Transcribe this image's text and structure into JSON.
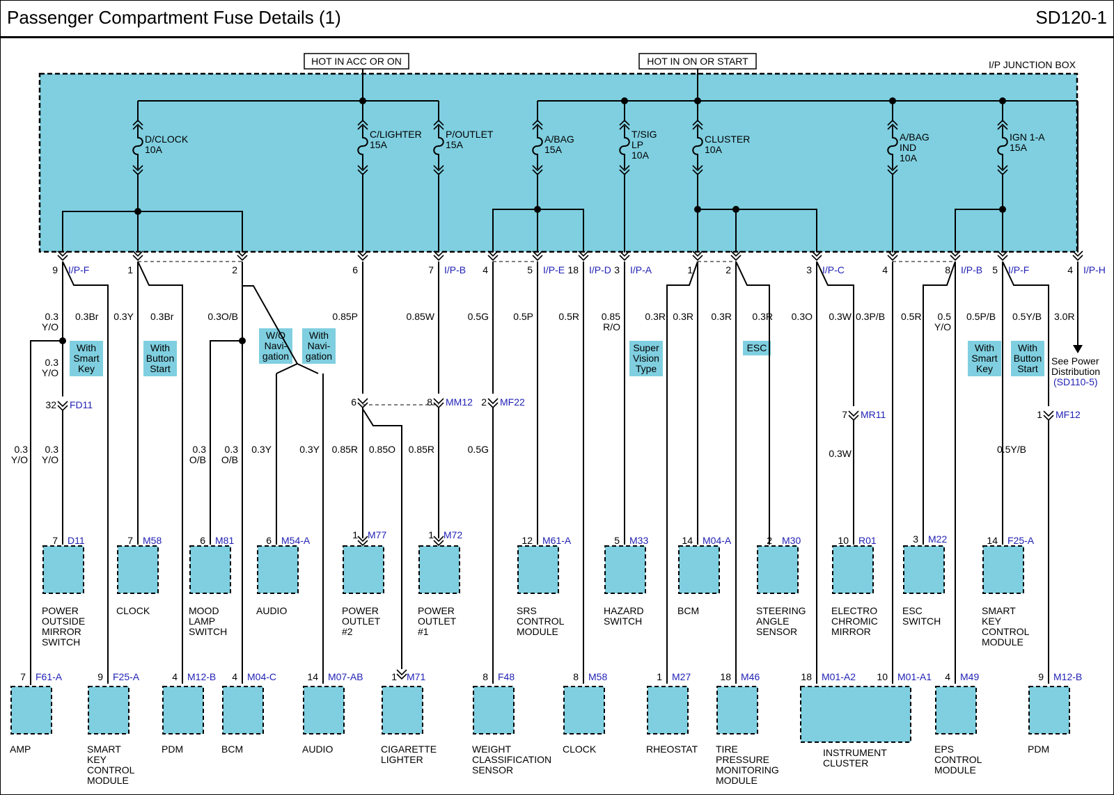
{
  "header": {
    "title": "Passenger Compartment Fuse Details (1)",
    "code": "SD120-1"
  },
  "colors": {
    "box_fill": "#7fcfe0",
    "wire": "#000000",
    "connector_id": "#1f1fb4",
    "text": "#000000",
    "border": "#000000"
  },
  "junction_box_label": "I/P JUNCTION BOX",
  "power_labels": [
    "HOT IN ACC OR ON",
    "HOT IN ON OR START"
  ],
  "fuses": [
    [
      "D/CLOCK",
      "10A"
    ],
    [
      "C/LIGHTER",
      "15A"
    ],
    [
      "P/OUTLET",
      "15A"
    ],
    [
      "A/BAG",
      "15A"
    ],
    [
      "T/SIG",
      "LP",
      "10A"
    ],
    [
      "CLUSTER",
      "10A"
    ],
    [
      "A/BAG",
      "IND",
      "10A"
    ],
    [
      "IGN 1-A",
      "15A"
    ]
  ],
  "pins": [
    [
      "9",
      "I/P-F"
    ],
    [
      "1",
      ""
    ],
    [
      "2",
      ""
    ],
    [
      "6",
      ""
    ],
    [
      "7",
      "I/P-B"
    ],
    [
      "4",
      ""
    ],
    [
      "5",
      "I/P-E"
    ],
    [
      "18",
      "I/P-D"
    ],
    [
      "3",
      "I/P-A"
    ],
    [
      "1",
      ""
    ],
    [
      "2",
      ""
    ],
    [
      "3",
      "I/P-C"
    ],
    [
      "4",
      ""
    ],
    [
      "8",
      "I/P-B"
    ],
    [
      "5",
      "I/P-F"
    ],
    [
      "4",
      "I/P-H"
    ]
  ],
  "wires": [
    [
      "0.3",
      "Y/O"
    ],
    [
      "0.3Br"
    ],
    [
      "0.3Y"
    ],
    [
      "0.3Br"
    ],
    [
      "0.3O/B"
    ],
    [
      "0.85P"
    ],
    [
      "0.85W"
    ],
    [
      "0.5G"
    ],
    [
      "0.5P"
    ],
    [
      "0.5R"
    ],
    [
      "0.85",
      "R/O"
    ],
    [
      "0.3R"
    ],
    [
      "0.3R"
    ],
    [
      "0.3R"
    ],
    [
      "0.3R"
    ],
    [
      "0.3O"
    ],
    [
      "0.3W"
    ],
    [
      "0.3P/B"
    ],
    [
      "0.5R"
    ],
    [
      "0.5",
      "Y/O"
    ],
    [
      "0.5P/B"
    ],
    [
      "0.5Y/B"
    ],
    [
      "3.0R"
    ],
    [
      "0.3",
      "Y/O"
    ],
    [
      "0.3",
      "Y/O"
    ],
    [
      "0.3",
      "Y/O"
    ],
    [
      "0.3",
      "O/B"
    ],
    [
      "0.3",
      "O/B"
    ],
    [
      "0.3Y"
    ],
    [
      "0.3Y"
    ],
    [
      "0.85R"
    ],
    [
      "0.85O"
    ],
    [
      "0.85R"
    ],
    [
      "0.5G"
    ],
    [
      "0.3W"
    ],
    [
      "0.5Y/B"
    ]
  ],
  "options": [
    [
      "With",
      "Smart",
      "Key"
    ],
    [
      "With",
      "Button",
      "Start"
    ],
    [
      "W/O",
      "Navi-",
      "gation"
    ],
    [
      "With",
      "Navi-",
      "gation"
    ],
    [
      "Super",
      "Vision",
      "Type"
    ],
    [
      "ESC"
    ],
    [
      "With",
      "Smart",
      "Key"
    ],
    [
      "With",
      "Button",
      "Start"
    ]
  ],
  "see_power": [
    "See Power",
    "Distribution"
  ],
  "see_power_ref": "(SD110-5)",
  "inline_connectors": [
    [
      "32",
      "FD11"
    ],
    [
      "6",
      ""
    ],
    [
      "8",
      "MM12"
    ],
    [
      "2",
      "MF22"
    ],
    [
      "7",
      "MR11"
    ],
    [
      "1",
      "MF12"
    ]
  ],
  "components": [
    {
      "pin": "7",
      "conn": "D11",
      "name": [
        "POWER",
        "OUTSIDE",
        "MIRROR",
        "SWITCH"
      ]
    },
    {
      "pin": "7",
      "conn": "M58",
      "name": [
        "CLOCK"
      ]
    },
    {
      "pin": "6",
      "conn": "M81",
      "name": [
        "MOOD",
        "LAMP",
        "SWITCH"
      ]
    },
    {
      "pin": "6",
      "conn": "M54-A",
      "name": [
        "AUDIO"
      ]
    },
    {
      "pin": "1",
      "conn": "M77",
      "name": [
        "POWER",
        "OUTLET",
        "#2"
      ]
    },
    {
      "pin": "1",
      "conn": "M72",
      "name": [
        "POWER",
        "OUTLET",
        "#1"
      ]
    },
    {
      "pin": "12",
      "conn": "M61-A",
      "name": [
        "SRS",
        "CONTROL",
        "MODULE"
      ]
    },
    {
      "pin": "5",
      "conn": "M33",
      "name": [
        "HAZARD",
        "SWITCH"
      ]
    },
    {
      "pin": "14",
      "conn": "M04-A",
      "name": [
        "BCM"
      ]
    },
    {
      "pin": "2",
      "conn": "M30",
      "name": [
        "STEERING",
        "ANGLE",
        "SENSOR"
      ]
    },
    {
      "pin": "10",
      "conn": "R01",
      "name": [
        "ELECTRO",
        "CHROMIC",
        "MIRROR"
      ]
    },
    {
      "pin": "3",
      "conn": "M22",
      "name": [
        "ESC",
        "SWITCH"
      ]
    },
    {
      "pin": "14",
      "conn": "F25-A",
      "name": [
        "SMART",
        "KEY",
        "CONTROL",
        "MODULE"
      ]
    },
    {
      "pin": "7",
      "conn": "F61-A",
      "name": [
        "AMP"
      ]
    },
    {
      "pin": "9",
      "conn": "F25-A",
      "name": [
        "SMART",
        "KEY",
        "CONTROL",
        "MODULE"
      ]
    },
    {
      "pin": "4",
      "conn": "M12-B",
      "name": [
        "PDM"
      ]
    },
    {
      "pin": "4",
      "conn": "M04-C",
      "name": [
        "BCM"
      ]
    },
    {
      "pin": "14",
      "conn": "M07-AB",
      "name": [
        "AUDIO"
      ]
    },
    {
      "pin": "1",
      "conn": "M71",
      "name": [
        "CIGARETTE",
        "LIGHTER"
      ]
    },
    {
      "pin": "8",
      "conn": "F48",
      "name": [
        "WEIGHT",
        "CLASSIFICATION",
        "SENSOR"
      ]
    },
    {
      "pin": "8",
      "conn": "M58",
      "name": [
        "CLOCK"
      ]
    },
    {
      "pin": "1",
      "conn": "M27",
      "name": [
        "RHEOSTAT"
      ]
    },
    {
      "pin": "18",
      "conn": "M46",
      "name": [
        "TIRE",
        "PRESSURE",
        "MONITORING",
        "MODULE"
      ]
    },
    {
      "pin": "18",
      "conn": "M01-A2",
      "name": [
        "INSTRUMENT",
        "CLUSTER"
      ]
    },
    {
      "pin": "10",
      "conn": "M01-A1",
      "name": []
    },
    {
      "pin": "4",
      "conn": "M49",
      "name": [
        "EPS",
        "CONTROL",
        "MODULE"
      ]
    },
    {
      "pin": "9",
      "conn": "M12-B",
      "name": [
        "PDM"
      ]
    }
  ]
}
